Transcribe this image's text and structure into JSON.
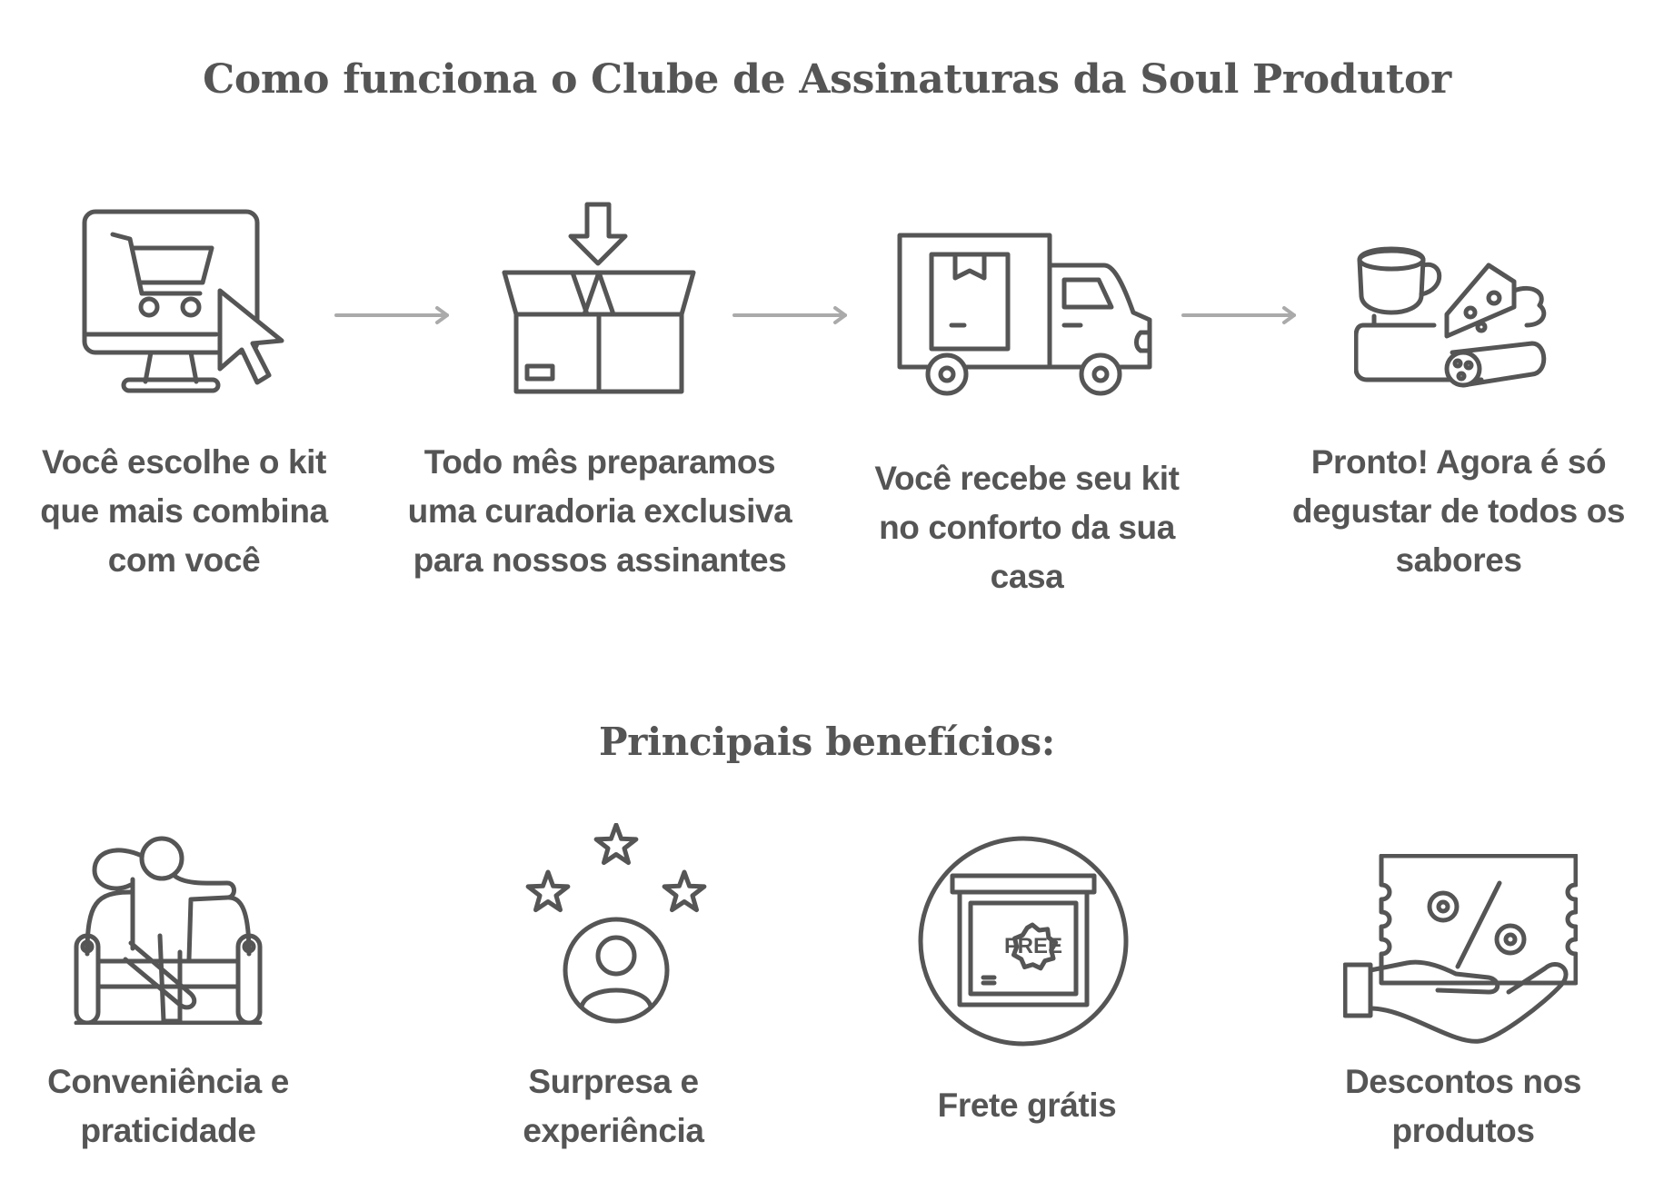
{
  "title": "Como funciona o Clube de Assinaturas da Soul Produtor",
  "steps": [
    {
      "text": "Você escolhe o kit que mais combina com você",
      "icon": "computer-cart-cursor-icon"
    },
    {
      "text": "Todo mês preparamos uma curadoria exclusiva para nossos assinantes",
      "icon": "open-box-arrow-icon"
    },
    {
      "text": "Você recebe seu kit no conforto da sua casa",
      "icon": "delivery-truck-icon"
    },
    {
      "text": "Pronto! Agora é só degustar de todos os sabores",
      "icon": "coffee-cheese-salami-icon"
    }
  ],
  "benefits_title": "Principais benefícios:",
  "benefits": [
    {
      "text": "Conveniência e praticidade",
      "icon": "person-relaxing-armchair-icon"
    },
    {
      "text": "Surpresa e experiência",
      "icon": "user-stars-icon"
    },
    {
      "text": "Frete grátis",
      "icon": "free-shipping-box-icon",
      "badge": "FREE"
    },
    {
      "text": "Descontos nos produtos",
      "icon": "hand-discount-coupon-icon",
      "badge": "%"
    }
  ],
  "colors": {
    "text": "#555555",
    "icon_stroke": "#555555",
    "arrow": "#aaaaaa",
    "background": "#ffffff"
  }
}
